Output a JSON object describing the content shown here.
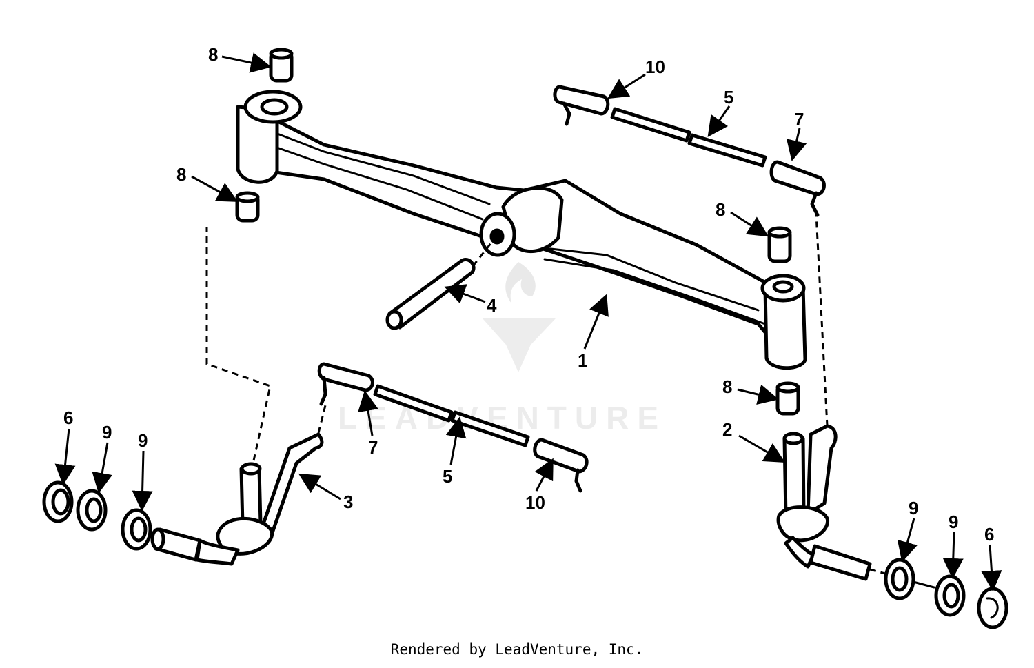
{
  "diagram": {
    "callouts": [
      {
        "part": "8",
        "note": "upper-left spacer"
      },
      {
        "part": "8",
        "note": "left lower spacer"
      },
      {
        "part": "10",
        "note": "upper tie-rod end"
      },
      {
        "part": "5",
        "note": "upper tie rod"
      },
      {
        "part": "7",
        "note": "upper right tie-rod end"
      },
      {
        "part": "8",
        "note": "right upper spacer"
      },
      {
        "part": "4",
        "note": "pivot pin"
      },
      {
        "part": "1",
        "note": "front axle"
      },
      {
        "part": "8",
        "note": "right lower spacer"
      },
      {
        "part": "2",
        "note": "right spindle"
      },
      {
        "part": "7",
        "note": "lower tie-rod end"
      },
      {
        "part": "5",
        "note": "lower tie rod"
      },
      {
        "part": "10",
        "note": "lower tie-rod end"
      },
      {
        "part": "3",
        "note": "left spindle"
      },
      {
        "part": "6",
        "note": "left hub cap"
      },
      {
        "part": "9",
        "note": "left bearing outer"
      },
      {
        "part": "9",
        "note": "left bearing inner"
      },
      {
        "part": "9",
        "note": "right bearing inner"
      },
      {
        "part": "9",
        "note": "right bearing outer"
      },
      {
        "part": "6",
        "note": "right hub cap"
      }
    ]
  },
  "watermark": {
    "text": "LEADVENTURE"
  },
  "footer": {
    "text": "Rendered by LeadVenture, Inc."
  }
}
